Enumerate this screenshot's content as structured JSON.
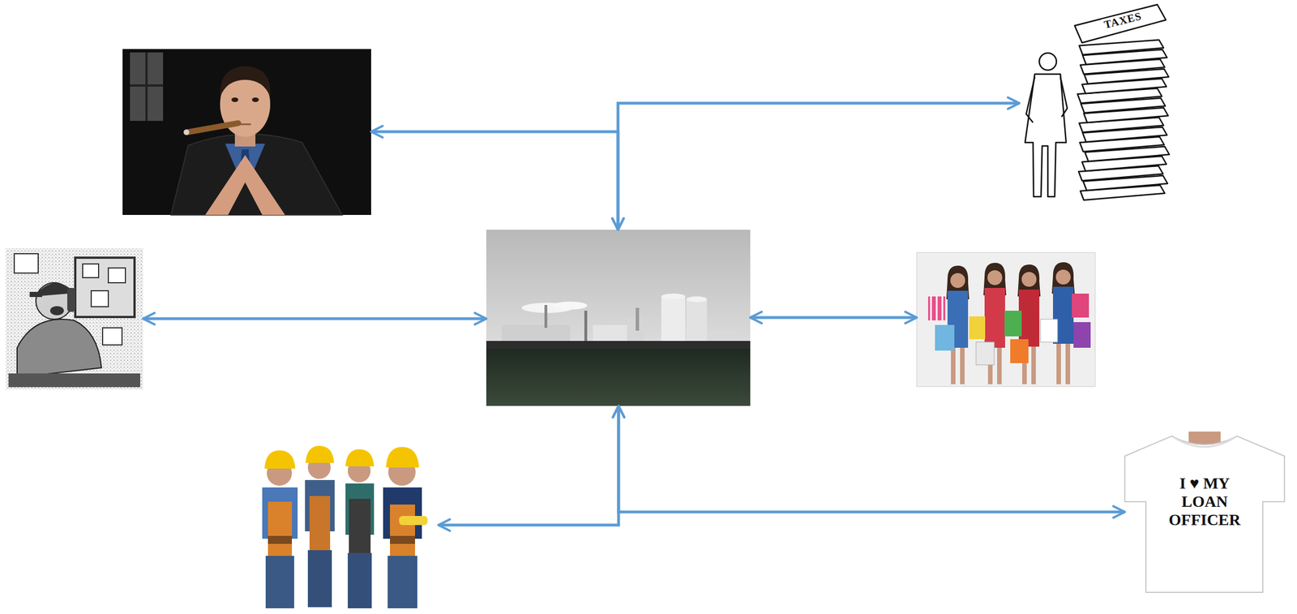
{
  "diagram": {
    "nodes": [
      {
        "text": []
      },
      {
        "text": [
          "TAXES"
        ]
      },
      {
        "text": []
      },
      {
        "text": []
      },
      {
        "text": []
      },
      {
        "text": []
      },
      {
        "text": [
          "I ♥ MY LOAN OFFICER"
        ]
      }
    ],
    "edges": [
      {
        "from": 3,
        "to": 0,
        "arrow": "both"
      },
      {
        "from": 3,
        "to": 1,
        "arrow": "both"
      },
      {
        "from": 2,
        "to": 3,
        "arrow": "both"
      },
      {
        "from": 3,
        "to": 4,
        "arrow": "both"
      },
      {
        "from": 3,
        "to": 5,
        "arrow": "both"
      },
      {
        "from": 3,
        "to": 6,
        "arrow": "both"
      }
    ]
  }
}
